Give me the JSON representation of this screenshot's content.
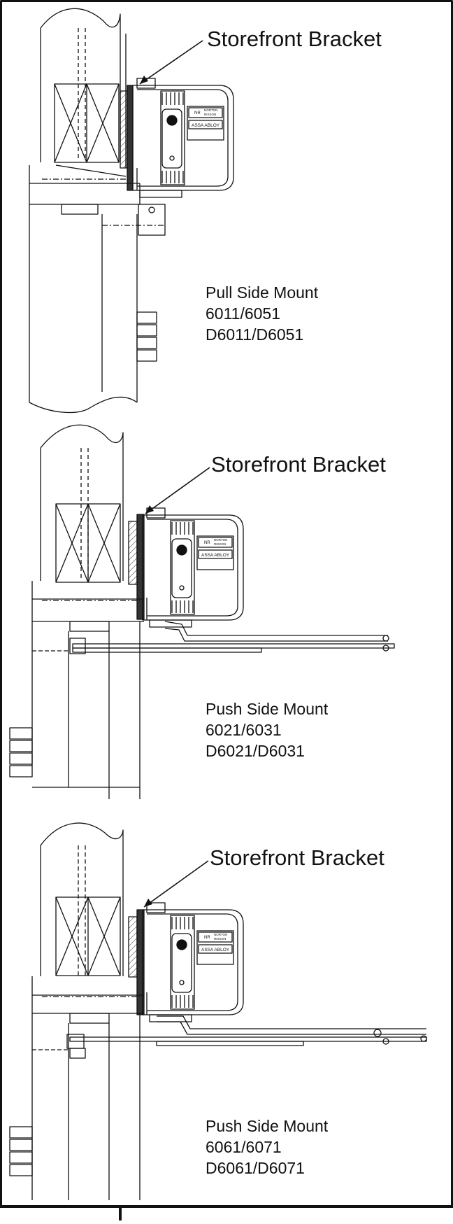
{
  "panels": [
    {
      "callout": "Storefront Bracket",
      "lines": [
        "Pull Side Mount",
        "6011/6051",
        "D6011/D6051"
      ]
    },
    {
      "callout": "Storefront Bracket",
      "lines": [
        "Push Side Mount",
        "6021/6031",
        "D6021/D6031"
      ]
    },
    {
      "callout": "Storefront Bracket",
      "lines": [
        "Push Side Mount",
        "6061/6071",
        "D6061/D6071"
      ]
    }
  ],
  "brand": {
    "line1": "NORTON",
    "line2": "RIXSON",
    "line3": "ASSA ABLOY",
    "mark": "NR"
  }
}
